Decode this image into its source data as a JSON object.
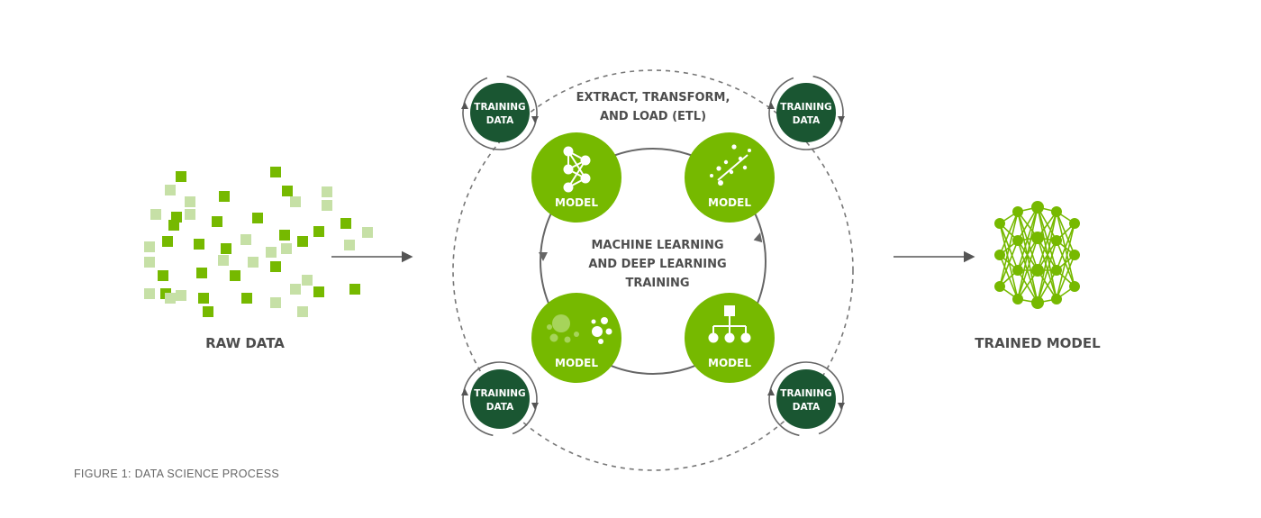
{
  "colors": {
    "accent": "#76b900",
    "dark_green": "#1a5632",
    "text": "#4d4d4d",
    "dashed": "#7a7a7a",
    "light_square": "#c6e0a6",
    "white": "#ffffff"
  },
  "raw_data": {
    "label": "RAW DATA"
  },
  "etl": {
    "line1": "EXTRACT, TRANSFORM,",
    "line2": "AND LOAD (ETL)"
  },
  "center": {
    "line1": "MACHINE LEARNING",
    "line2": "AND DEEP LEARNING",
    "line3": "TRAINING"
  },
  "models": [
    {
      "label": "MODEL",
      "icon": "neural-network-icon"
    },
    {
      "label": "MODEL",
      "icon": "scatter-regression-icon"
    },
    {
      "label": "MODEL",
      "icon": "cluster-bubbles-icon"
    },
    {
      "label": "MODEL",
      "icon": "decision-tree-icon"
    }
  ],
  "training_data": [
    {
      "line1": "TRAINING",
      "line2": "DATA"
    },
    {
      "line1": "TRAINING",
      "line2": "DATA"
    },
    {
      "line1": "TRAINING",
      "line2": "DATA"
    },
    {
      "line1": "TRAINING",
      "line2": "DATA"
    }
  ],
  "trained_model": {
    "label": "TRAINED MODEL",
    "icon": "trained-network-icon"
  },
  "caption": "FIGURE 1: DATA SCIENCE PROCESS"
}
